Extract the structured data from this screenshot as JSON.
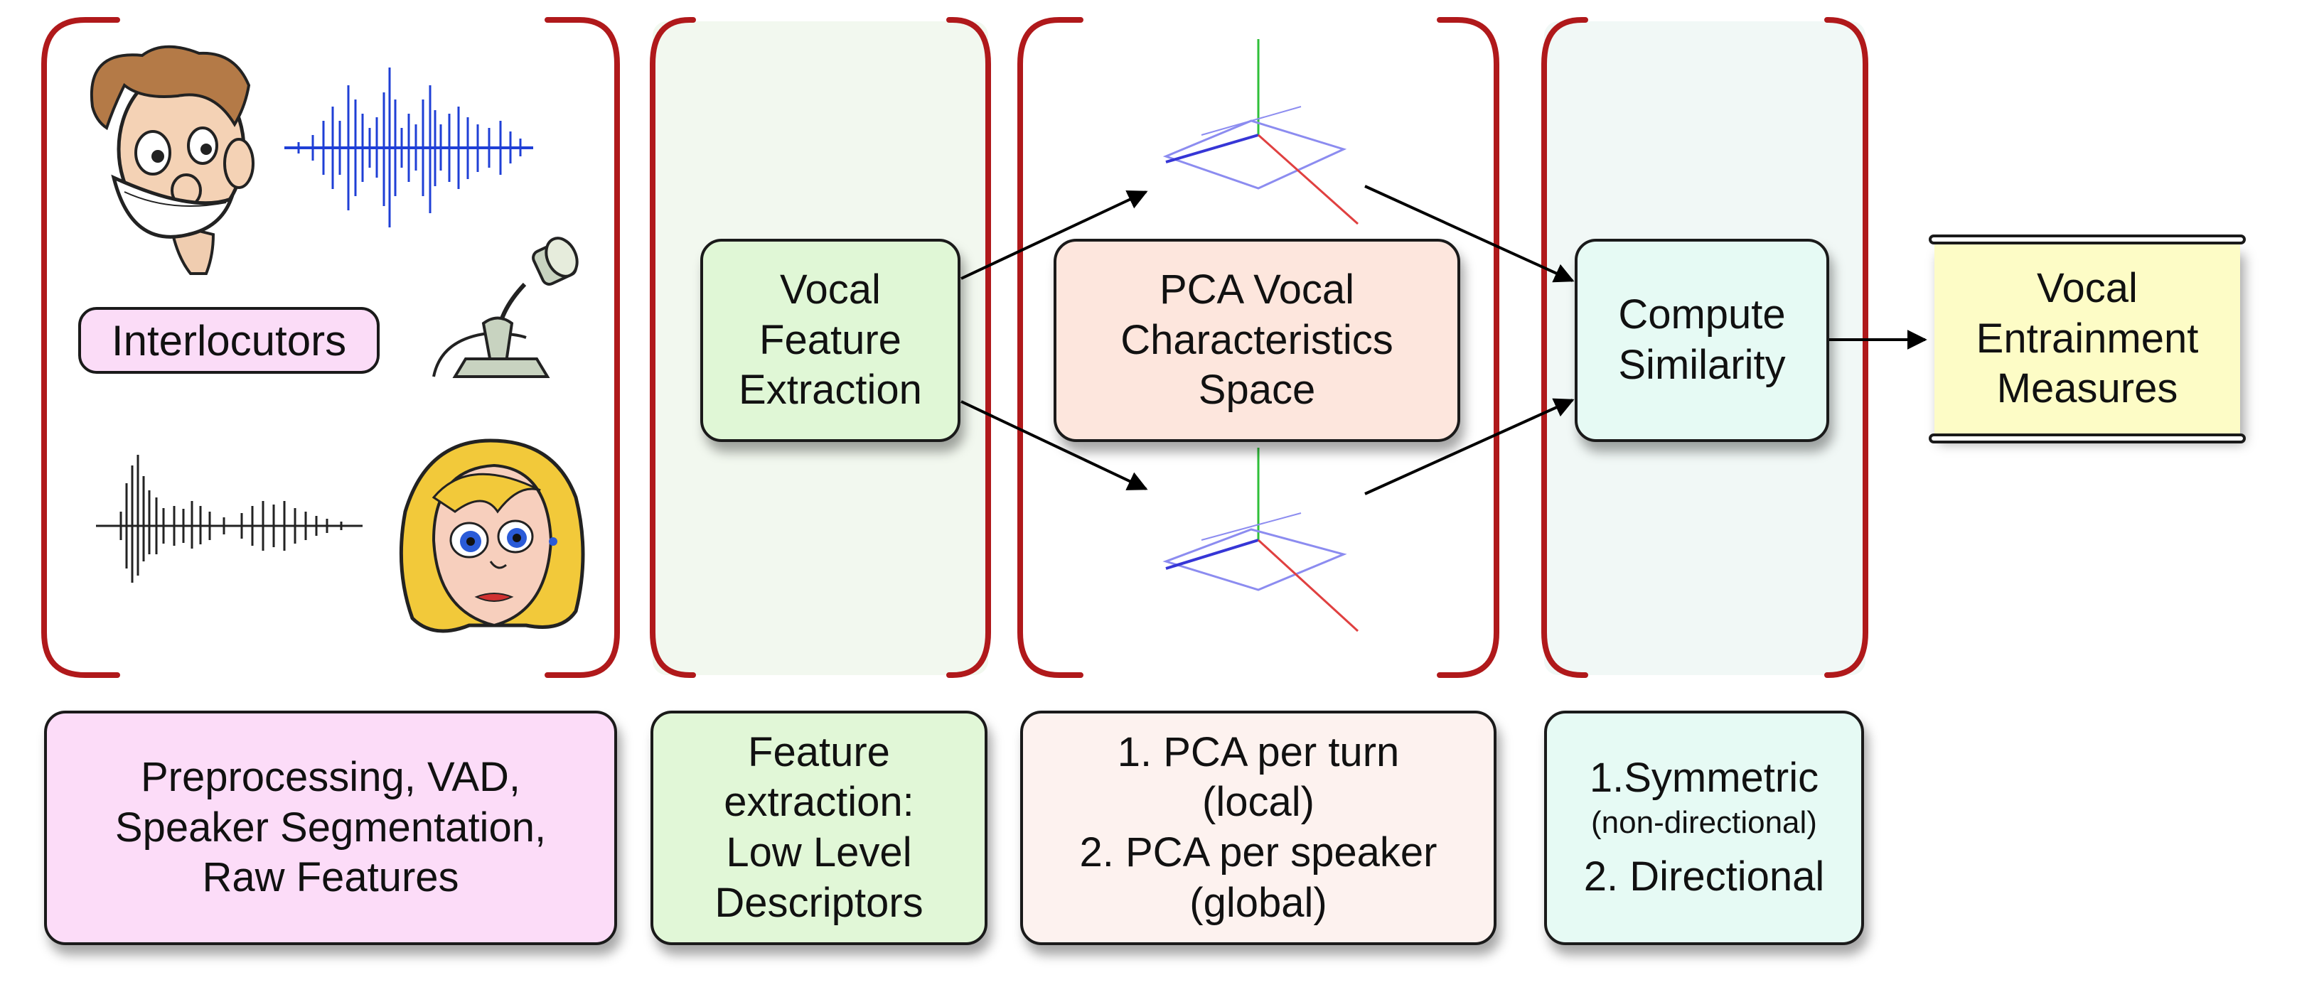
{
  "interlocutors_label": "Interlocutors",
  "pipeline": {
    "feature_extraction": [
      "Vocal",
      "Feature",
      "Extraction"
    ],
    "pca_space": [
      "PCA Vocal",
      "Characteristics",
      "Space"
    ],
    "compute_similarity": [
      "Compute",
      "Similarity"
    ],
    "output": [
      "Vocal",
      "Entrainment",
      "Measures"
    ]
  },
  "descriptions": {
    "preprocessing": [
      "Preprocessing, VAD,",
      "Speaker Segmentation,",
      "Raw Features"
    ],
    "feature": [
      "Feature",
      "extraction:",
      "Low Level",
      "Descriptors"
    ],
    "pca": [
      "1. PCA per turn",
      "(local)",
      "2. PCA per speaker",
      "(global)"
    ],
    "similarity": {
      "line1": "1.Symmetric",
      "line2": "(non-directional)",
      "line3": "2. Directional"
    }
  },
  "colors": {
    "bracket": "#b0191b",
    "arrow": "#000000",
    "waveform_top": "#1f3fd6",
    "waveform_bottom": "#222222"
  },
  "icons": [
    "male-face-icon",
    "female-face-icon",
    "microphone-icon",
    "blue-waveform-icon",
    "black-waveform-icon",
    "3d-axes-icon"
  ]
}
